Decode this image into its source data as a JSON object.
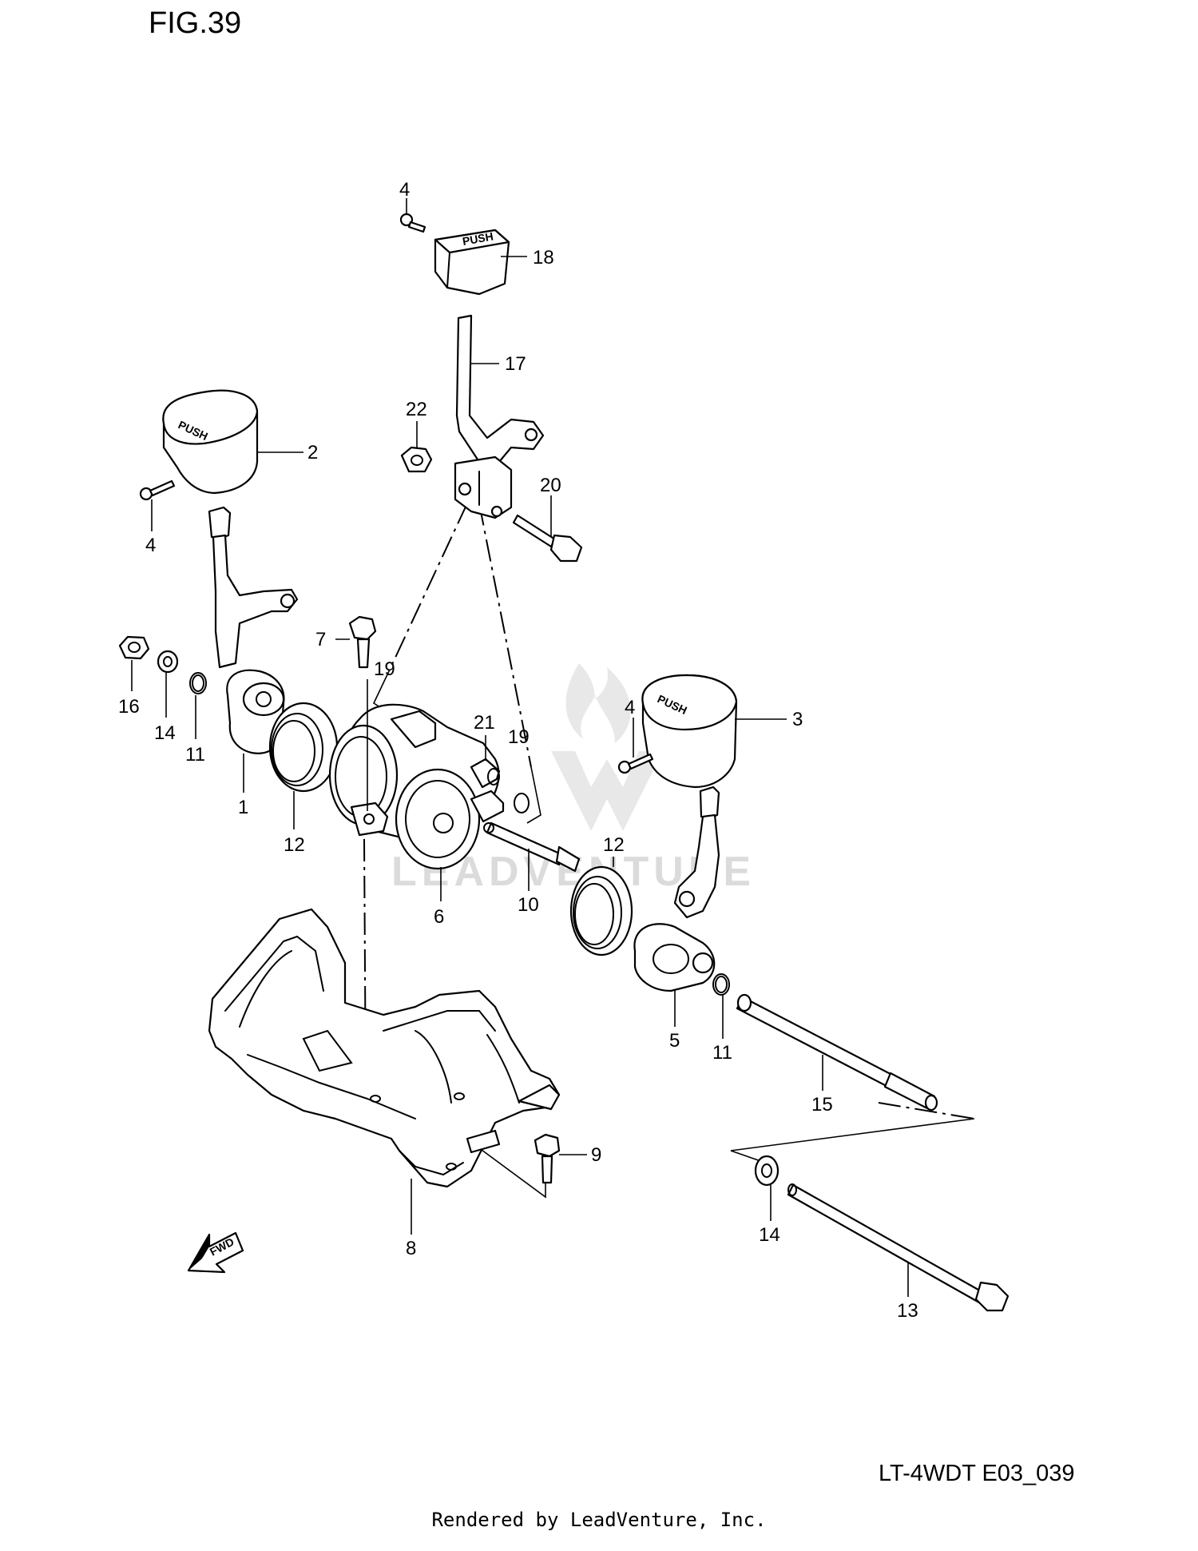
{
  "figure": {
    "title": "FIG.39",
    "model_code": "LT-4WDT E03_039",
    "credit": "Rendered by LeadVenture, Inc.",
    "watermark": "LEADVENTURE",
    "fwd_label": "FWD"
  },
  "parts": {
    "knob_left": "PUSH",
    "knob_right": "PUSH",
    "cap_top": "PUSH"
  },
  "callouts": [
    {
      "id": "c4-top",
      "text": "4"
    },
    {
      "id": "c18",
      "text": "18"
    },
    {
      "id": "c17",
      "text": "17"
    },
    {
      "id": "c22",
      "text": "22"
    },
    {
      "id": "c2",
      "text": "2"
    },
    {
      "id": "c20",
      "text": "20"
    },
    {
      "id": "c4-left",
      "text": "4"
    },
    {
      "id": "c7",
      "text": "7"
    },
    {
      "id": "c19-left",
      "text": "19"
    },
    {
      "id": "c16",
      "text": "16"
    },
    {
      "id": "c14-left",
      "text": "14"
    },
    {
      "id": "c11-left",
      "text": "11"
    },
    {
      "id": "c1",
      "text": "1"
    },
    {
      "id": "c12-left",
      "text": "12"
    },
    {
      "id": "c21",
      "text": "21"
    },
    {
      "id": "c19-right",
      "text": "19"
    },
    {
      "id": "c4-right",
      "text": "4"
    },
    {
      "id": "c3",
      "text": "3"
    },
    {
      "id": "c6",
      "text": "6"
    },
    {
      "id": "c10",
      "text": "10"
    },
    {
      "id": "c12-right",
      "text": "12"
    },
    {
      "id": "c5",
      "text": "5"
    },
    {
      "id": "c11-right",
      "text": "11"
    },
    {
      "id": "c15",
      "text": "15"
    },
    {
      "id": "c9",
      "text": "9"
    },
    {
      "id": "c8",
      "text": "8"
    },
    {
      "id": "c14-right",
      "text": "14"
    },
    {
      "id": "c13",
      "text": "13"
    }
  ]
}
